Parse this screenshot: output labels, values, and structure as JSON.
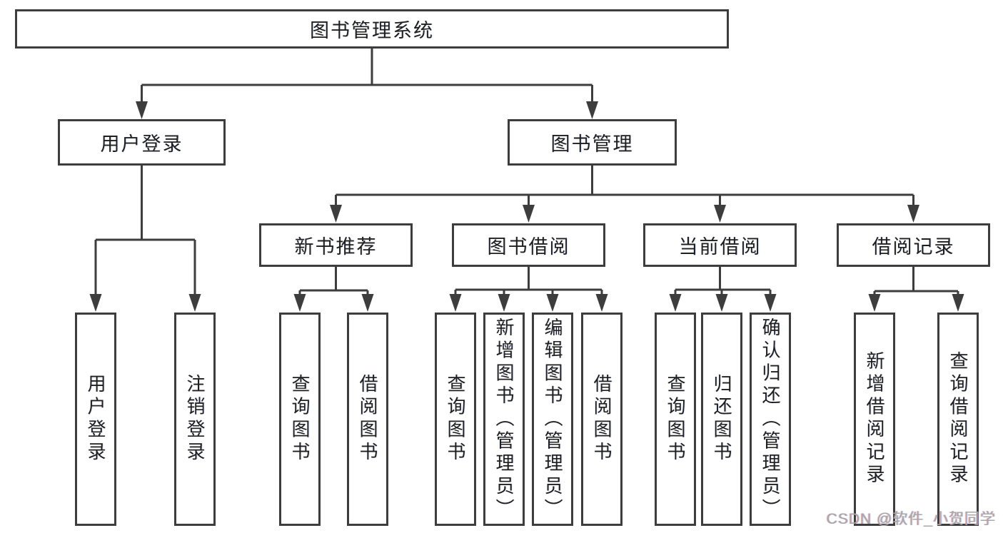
{
  "colors": {
    "line": "#3d3d3d",
    "text": "#1f1f1f",
    "background": "#ffffff",
    "watermark": "#a6a6a6"
  },
  "watermark": {
    "text": "CSDN @软件_小贺同学"
  },
  "tree": {
    "label": "图书管理系统",
    "children": [
      {
        "label": "用户登录",
        "children": [
          {
            "label": "用户登录"
          },
          {
            "label": "注销登录"
          }
        ]
      },
      {
        "label": "图书管理",
        "children": [
          {
            "label": "新书推荐",
            "children": [
              {
                "label": "查询图书"
              },
              {
                "label": "借阅图书"
              }
            ]
          },
          {
            "label": "图书借阅",
            "children": [
              {
                "label": "查询图书"
              },
              {
                "label": "新增图书（管理员）"
              },
              {
                "label": "编辑图书（管理员）"
              },
              {
                "label": "借阅图书"
              }
            ]
          },
          {
            "label": "当前借阅",
            "children": [
              {
                "label": "查询图书"
              },
              {
                "label": "归还图书"
              },
              {
                "label": "确认归还（管理员）"
              }
            ]
          },
          {
            "label": "借阅记录",
            "children": [
              {
                "label": "新增借阅记录"
              },
              {
                "label": "查询借阅记录"
              }
            ]
          }
        ]
      }
    ]
  }
}
